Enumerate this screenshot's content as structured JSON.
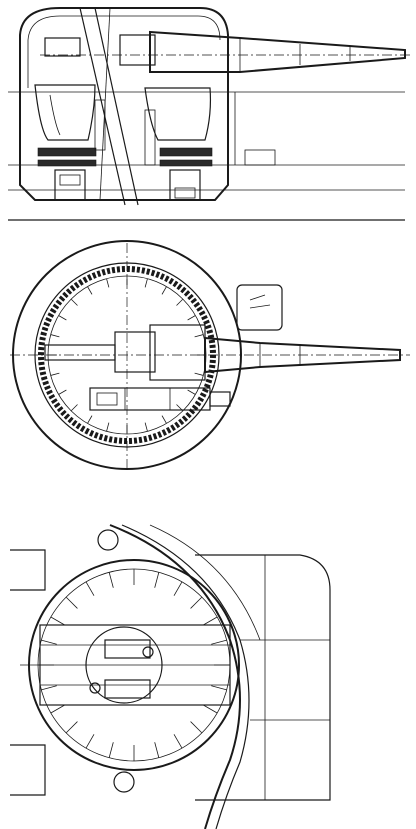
{
  "drawing": {
    "views": [
      {
        "id": "side-elevation",
        "kind": "elevation"
      },
      {
        "id": "turret-plan",
        "kind": "plan"
      },
      {
        "id": "mount-deck-plan",
        "kind": "plan"
      }
    ],
    "line_color": "#1a1a1a",
    "background": "#ffffff"
  }
}
